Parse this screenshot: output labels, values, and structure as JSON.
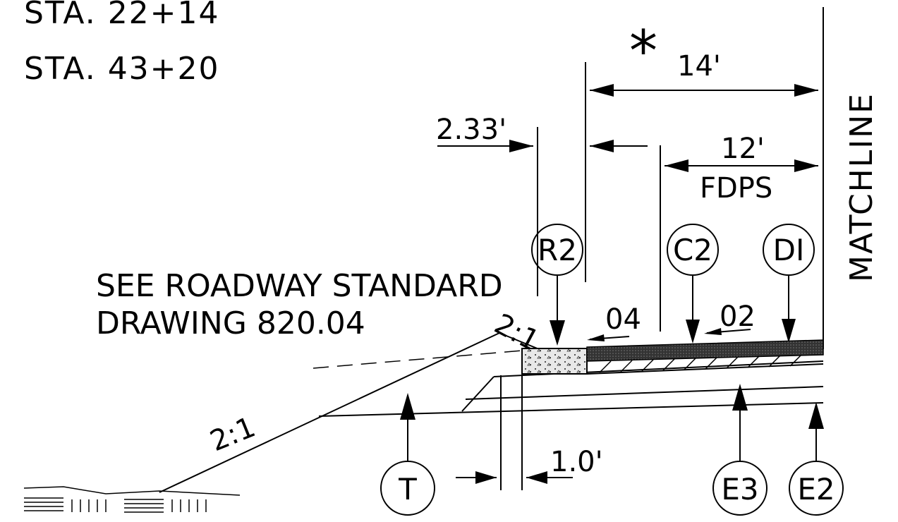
{
  "stations": [
    "STA. 22+14",
    "STA. 43+20"
  ],
  "note": {
    "line1": "SEE ROADWAY STANDARD",
    "line2": "DRAWING 820.04"
  },
  "matchline": "MATCHLINE",
  "asterisk": "*",
  "dimensions": {
    "total_width": "14'",
    "paved_width": "12'",
    "paved_label": "FDPS",
    "curb_width": "2.33'",
    "offset": "1.0'"
  },
  "slopes": {
    "upper": "2:1",
    "lower": "2:1",
    "cross_left": "04",
    "cross_right": "02"
  },
  "callouts": {
    "r2": "R2",
    "c2": "C2",
    "d1": "DI",
    "t": "T",
    "e3": "E3",
    "e2": "E2"
  }
}
